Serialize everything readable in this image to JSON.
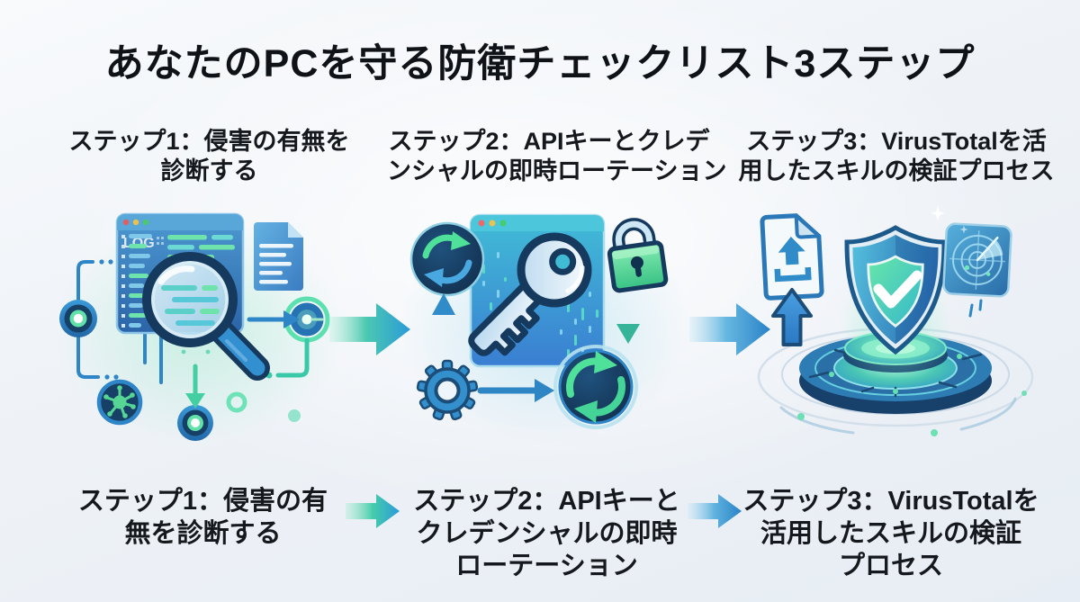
{
  "title": "あなたのPCを守る防衛チェックリスト3ステップ",
  "steps": [
    {
      "number": "1",
      "heading_lines": [
        "ステップ1：侵害の有無を",
        "診断する"
      ],
      "bottom_lines": [
        "ステップ1：侵害の有",
        "無を診断する"
      ],
      "illustration": "log-analysis-with-magnifier",
      "illustration_text": {
        "log_badge": "LOG"
      },
      "icons": [
        "browser-log-window-icon",
        "magnifier-icon",
        "document-icon",
        "virus-node-icon",
        "network-node-icon",
        "scan-result-node-icon",
        "down-arrow-icon",
        "right-arrow-icon"
      ]
    },
    {
      "number": "2",
      "heading_lines": [
        "ステップ2：APIキーとクレデ",
        "ンシャルの即時ローテーション"
      ],
      "bottom_lines": [
        "ステップ2：APIキーと",
        "クレデンシャルの即時",
        "ローテーション"
      ],
      "illustration": "api-key-rotation",
      "icons": [
        "app-window-icon",
        "key-icon",
        "padlock-icon",
        "rotation-cycle-icon",
        "rotation-cycle-large-icon",
        "gear-icon",
        "up-arrow-icon",
        "down-arrow-icon",
        "right-arrow-icon"
      ]
    },
    {
      "number": "3",
      "heading_lines": [
        "ステップ3：VirusTotalを活",
        "用したスキルの検証プロセス"
      ],
      "bottom_lines": [
        "ステップ3：VirusTotalを",
        "活用したスキルの検証",
        "プロセス"
      ],
      "illustration": "shield-verification-platform",
      "icons": [
        "shield-check-icon",
        "upload-file-icon",
        "up-arrow-icon",
        "radar-icon",
        "platform-disc-icon",
        "sparkle-icon"
      ]
    }
  ],
  "connectors": {
    "flow_arrow_1": "right-arrow",
    "flow_arrow_2": "right-arrow",
    "bottom_arrow_1": "right-arrow",
    "bottom_arrow_2": "right-arrow"
  },
  "colors": {
    "background": "#eef2f7",
    "title_text": "#0f1216",
    "label_text": "#15181c",
    "accent_blue": "#2e86c8",
    "accent_teal": "#3ac9a8",
    "accent_green": "#55dd99",
    "outline_navy": "#16395e",
    "window_blue": "#3a7fd4",
    "window_teal": "#3fbcd4",
    "lock_green": "#3fc88a",
    "arrow1_tail": "#aef0da",
    "arrow1_head": "#2b9ad8",
    "arrow2_tail": "#d6ecf8",
    "arrow2_head": "#2a82c8"
  }
}
